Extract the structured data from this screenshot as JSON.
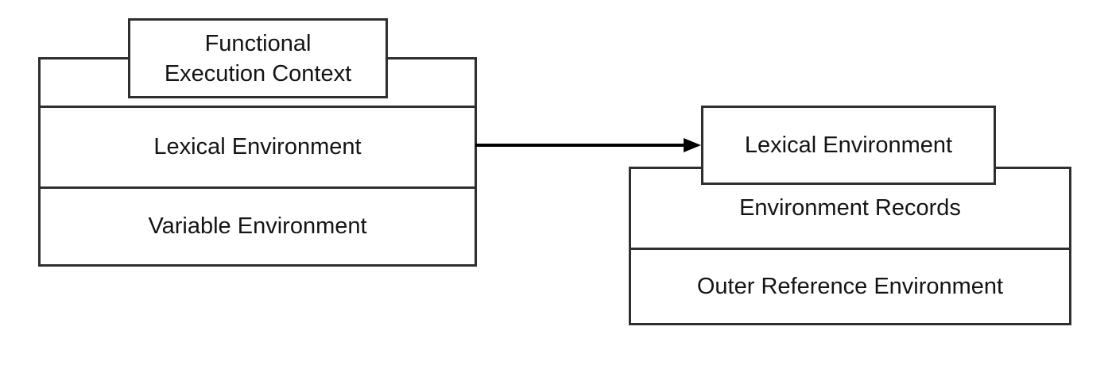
{
  "diagram": {
    "left": {
      "title_line1": "Functional",
      "title_line2": "Execution Context",
      "rows": [
        "Lexical Environment",
        "Variable Environment"
      ]
    },
    "right": {
      "title": "Lexical Environment",
      "rows": [
        "Environment Records",
        "Outer Reference Environment"
      ]
    },
    "colors": {
      "border": "#2f2f2f",
      "text": "#141414",
      "background": "#ffffff",
      "arrow": "#000000"
    }
  }
}
